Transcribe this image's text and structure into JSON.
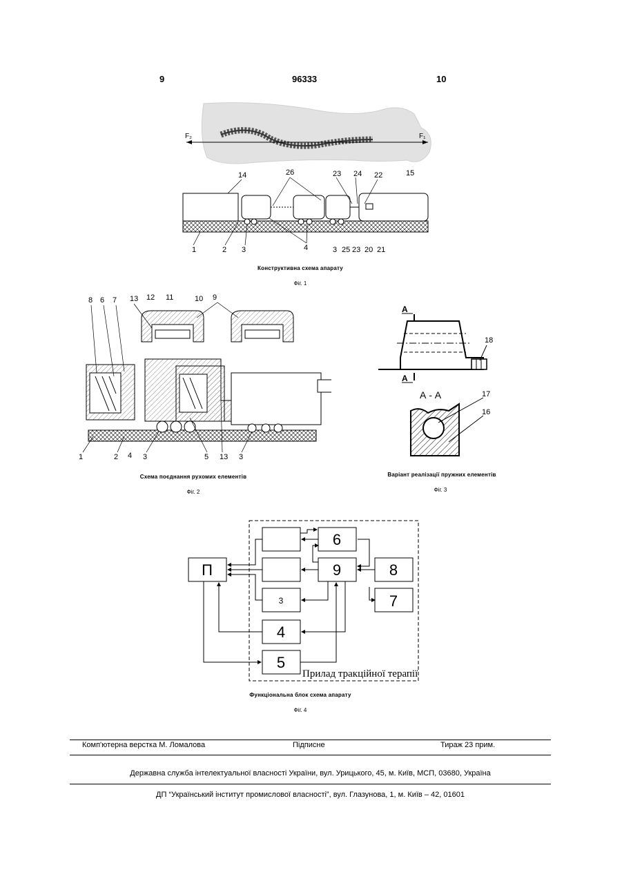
{
  "header": {
    "left_page": "9",
    "patent_number": "96333",
    "right_page": "10"
  },
  "fig1": {
    "caption": "Конструктивна схема апарату",
    "label": "Фіг. 1",
    "force_left": "F₂",
    "force_right": "F₁",
    "callouts": [
      "14",
      "26",
      "23",
      "24",
      "22",
      "15",
      "1",
      "2",
      "3",
      "4",
      "3",
      "25",
      "23",
      "20",
      "21"
    ]
  },
  "fig2": {
    "caption": "Схема поєднання рухомих елементів",
    "label": "Фіг. 2",
    "callouts_top": [
      "8",
      "6",
      "7",
      "13",
      "12",
      "11",
      "10",
      "9"
    ],
    "callouts_bottom": [
      "1",
      "2",
      "3",
      "4",
      "5",
      "13",
      "3"
    ]
  },
  "fig3": {
    "caption": "Варіант реалізації пружних елементів",
    "label": "Фіг. 3",
    "section_marker": "А",
    "section_title": "А - А",
    "callouts": [
      "18",
      "17",
      "16"
    ]
  },
  "fig4": {
    "caption": "Функціональна блок схема апарату",
    "label": "Фіг. 4",
    "blocks": {
      "p": "П",
      "b1": "",
      "b2": "",
      "b3": "3",
      "b4": "4",
      "b5": "5",
      "b6": "6",
      "b7": "7",
      "b8": "8",
      "b9": "9"
    },
    "device_label": "Прилад тракційної терапії"
  },
  "footer": {
    "layout": "Комп'ютерна верстка М. Ломалова",
    "signed": "Підписне",
    "circulation": "Тираж 23 прим.",
    "agency": "Державна служба інтелектуальної власності України, вул. Урицького, 45, м. Київ, МСП, 03680, Україна",
    "institute": "ДП “Український інститут промислової власності”, вул. Глазунова, 1, м. Київ – 42, 01601"
  }
}
